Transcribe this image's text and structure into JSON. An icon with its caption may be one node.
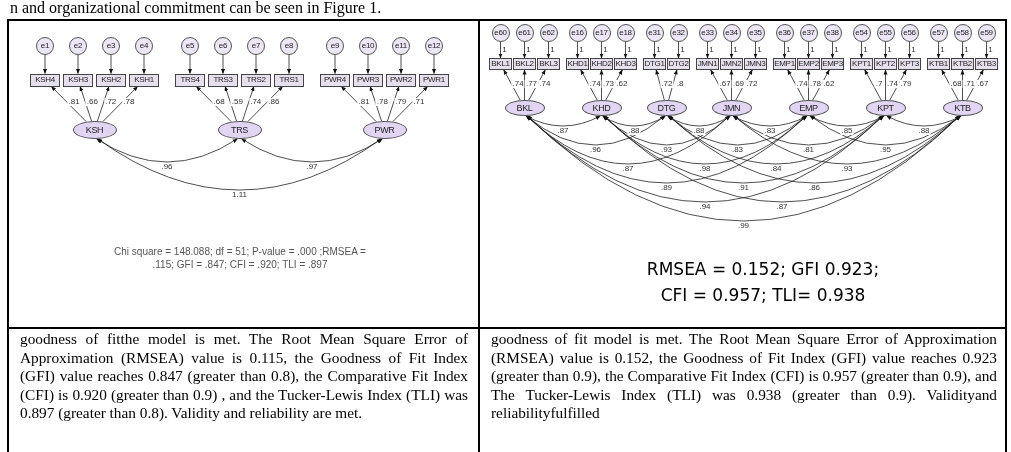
{
  "diagram": {
    "nodes": [
      {
        "text": [
          "e1"
        ]
      },
      {
        "text": [
          "e2"
        ]
      },
      {
        "text": [
          "e3"
        ]
      },
      {
        "text": [
          "e4"
        ]
      },
      {
        "text": [
          "e5"
        ]
      },
      {
        "text": [
          "e6"
        ]
      },
      {
        "text": [
          "e7"
        ]
      },
      {
        "text": [
          "e8"
        ]
      },
      {
        "text": [
          "e9"
        ]
      },
      {
        "text": [
          "e10"
        ]
      },
      {
        "text": [
          "e11"
        ]
      },
      {
        "text": [
          "e12"
        ]
      },
      {
        "text": [
          "KSH4"
        ]
      },
      {
        "text": [
          "KSH3"
        ]
      },
      {
        "text": [
          "KSH2"
        ]
      },
      {
        "text": [
          "KSH1"
        ]
      },
      {
        "text": [
          "TRS4"
        ]
      },
      {
        "text": [
          "TRS3"
        ]
      },
      {
        "text": [
          "TRS2"
        ]
      },
      {
        "text": [
          "TRS1"
        ]
      },
      {
        "text": [
          "PWR4"
        ]
      },
      {
        "text": [
          "PWR3"
        ]
      },
      {
        "text": [
          "PWR2"
        ]
      },
      {
        "text": [
          "PWR1"
        ]
      },
      {
        "text": [
          "KSH"
        ]
      },
      {
        "text": [
          "TRS"
        ]
      },
      {
        "text": [
          "PWR"
        ]
      },
      {
        "text": [
          "e60"
        ]
      },
      {
        "text": [
          "e61"
        ]
      },
      {
        "text": [
          "e62"
        ]
      },
      {
        "text": [
          "e16"
        ]
      },
      {
        "text": [
          "e17"
        ]
      },
      {
        "text": [
          "e18"
        ]
      },
      {
        "text": [
          "e31"
        ]
      },
      {
        "text": [
          "e32"
        ]
      },
      {
        "text": [
          "e33"
        ]
      },
      {
        "text": [
          "e34"
        ]
      },
      {
        "text": [
          "e35"
        ]
      },
      {
        "text": [
          "e36"
        ]
      },
      {
        "text": [
          "e37"
        ]
      },
      {
        "text": [
          "e38"
        ]
      },
      {
        "text": [
          "e54"
        ]
      },
      {
        "text": [
          "e55"
        ]
      },
      {
        "text": [
          "e56"
        ]
      },
      {
        "text": [
          "e57"
        ]
      },
      {
        "text": [
          "e58"
        ]
      },
      {
        "text": [
          "e59"
        ]
      },
      {
        "text": [
          "BKL1"
        ]
      },
      {
        "text": [
          "BKL2"
        ]
      },
      {
        "text": [
          "BKL3"
        ]
      },
      {
        "text": [
          "KHD1"
        ]
      },
      {
        "text": [
          "KHD2"
        ]
      },
      {
        "text": [
          "KHD3"
        ]
      },
      {
        "text": [
          "DTG1"
        ]
      },
      {
        "text": [
          "DTG2"
        ]
      },
      {
        "text": [
          "JMN1"
        ]
      },
      {
        "text": [
          "JMN2"
        ]
      },
      {
        "text": [
          "JMN3"
        ]
      },
      {
        "text": [
          "EMP1"
        ]
      },
      {
        "text": [
          "EMP2"
        ]
      },
      {
        "text": [
          "EMP3"
        ]
      },
      {
        "text": [
          "KPT1"
        ]
      },
      {
        "text": [
          "KPT2"
        ]
      },
      {
        "text": [
          "KPT3"
        ]
      },
      {
        "text": [
          "KTB1"
        ]
      },
      {
        "text": [
          "KTB2"
        ]
      },
      {
        "text": [
          "KTB3"
        ]
      },
      {
        "text": [
          "BKL"
        ]
      },
      {
        "text": [
          "KHD"
        ]
      },
      {
        "text": [
          "DTG"
        ]
      },
      {
        "text": [
          "JMN"
        ]
      },
      {
        "text": [
          "EMP"
        ]
      },
      {
        "text": [
          "KPT"
        ]
      },
      {
        "text": [
          "KTB"
        ]
      }
    ],
    "edges": [
      {
        "from": 0,
        "to": 12,
        "arrow": "to"
      },
      {
        "from": 1,
        "to": 13,
        "arrow": "to"
      },
      {
        "from": 2,
        "to": 14,
        "arrow": "to"
      },
      {
        "from": 3,
        "to": 15,
        "arrow": "to"
      },
      {
        "from": 4,
        "to": 16,
        "arrow": "to"
      },
      {
        "from": 5,
        "to": 17,
        "arrow": "to"
      },
      {
        "from": 6,
        "to": 18,
        "arrow": "to"
      },
      {
        "from": 7,
        "to": 19,
        "arrow": "to"
      },
      {
        "from": 8,
        "to": 20,
        "arrow": "to"
      },
      {
        "from": 9,
        "to": 21,
        "arrow": "to"
      },
      {
        "from": 10,
        "to": 22,
        "arrow": "to"
      },
      {
        "from": 11,
        "to": 23,
        "arrow": "to"
      },
      {
        "from": 24,
        "to": 12,
        "arrow": "to",
        "label": ".81"
      },
      {
        "from": 24,
        "to": 13,
        "arrow": "to",
        "label": ".66"
      },
      {
        "from": 24,
        "to": 14,
        "arrow": "to",
        "label": ".72"
      },
      {
        "from": 24,
        "to": 15,
        "arrow": "to",
        "label": ".78"
      },
      {
        "from": 25,
        "to": 16,
        "arrow": "to",
        "label": ".68"
      },
      {
        "from": 25,
        "to": 17,
        "arrow": "to",
        "label": ".59"
      },
      {
        "from": 25,
        "to": 18,
        "arrow": "to",
        "label": ".74"
      },
      {
        "from": 25,
        "to": 19,
        "arrow": "to",
        "label": ".86"
      },
      {
        "from": 26,
        "to": 20,
        "arrow": "to",
        "label": ".81"
      },
      {
        "from": 26,
        "to": 21,
        "arrow": "to",
        "label": ".78"
      },
      {
        "from": 26,
        "to": 22,
        "arrow": "to",
        "label": ".79"
      },
      {
        "from": 26,
        "to": 23,
        "arrow": "to",
        "label": ".71"
      },
      {
        "from": 24,
        "to": 25,
        "arrow": "both",
        "label": ".96"
      },
      {
        "from": 25,
        "to": 26,
        "arrow": "both",
        "label": ".97"
      },
      {
        "from": 24,
        "to": 26,
        "arrow": "both",
        "label": "1.11"
      },
      {
        "from": 27,
        "to": 47,
        "arrow": "to",
        "label": "1"
      },
      {
        "from": 28,
        "to": 48,
        "arrow": "to",
        "label": "1"
      },
      {
        "from": 29,
        "to": 49,
        "arrow": "to",
        "label": "1"
      },
      {
        "from": 30,
        "to": 50,
        "arrow": "to",
        "label": "1"
      },
      {
        "from": 31,
        "to": 51,
        "arrow": "to",
        "label": "1"
      },
      {
        "from": 32,
        "to": 52,
        "arrow": "to",
        "label": "1"
      },
      {
        "from": 33,
        "to": 53,
        "arrow": "to",
        "label": "1"
      },
      {
        "from": 34,
        "to": 54,
        "arrow": "to",
        "label": "1"
      },
      {
        "from": 35,
        "to": 55,
        "arrow": "to",
        "label": "1"
      },
      {
        "from": 36,
        "to": 56,
        "arrow": "to",
        "label": "1"
      },
      {
        "from": 37,
        "to": 57,
        "arrow": "to",
        "label": "1"
      },
      {
        "from": 38,
        "to": 58,
        "arrow": "to",
        "label": "1"
      },
      {
        "from": 39,
        "to": 59,
        "arrow": "to",
        "label": "1"
      },
      {
        "from": 40,
        "to": 60,
        "arrow": "to",
        "label": "1"
      },
      {
        "from": 41,
        "to": 61,
        "arrow": "to",
        "label": "1"
      },
      {
        "from": 42,
        "to": 62,
        "arrow": "to",
        "label": "1"
      },
      {
        "from": 43,
        "to": 63,
        "arrow": "to",
        "label": "1"
      },
      {
        "from": 44,
        "to": 64,
        "arrow": "to",
        "label": "1"
      },
      {
        "from": 45,
        "to": 65,
        "arrow": "to",
        "label": "1"
      },
      {
        "from": 46,
        "to": 66,
        "arrow": "to",
        "label": "1"
      },
      {
        "from": 67,
        "to": 47,
        "arrow": "to",
        "label": ".74"
      },
      {
        "from": 67,
        "to": 48,
        "arrow": "to",
        "label": ".77"
      },
      {
        "from": 67,
        "to": 49,
        "arrow": "to",
        "label": ".74"
      },
      {
        "from": 68,
        "to": 50,
        "arrow": "to",
        "label": ".74"
      },
      {
        "from": 68,
        "to": 51,
        "arrow": "to",
        "label": ".73"
      },
      {
        "from": 68,
        "to": 52,
        "arrow": "to",
        "label": ".62"
      },
      {
        "from": 69,
        "to": 53,
        "arrow": "to",
        "label": ".72"
      },
      {
        "from": 69,
        "to": 54,
        "arrow": "to",
        "label": ".8"
      },
      {
        "from": 70,
        "to": 55,
        "arrow": "to",
        "label": ".67"
      },
      {
        "from": 70,
        "to": 56,
        "arrow": "to",
        "label": ".69"
      },
      {
        "from": 70,
        "to": 57,
        "arrow": "to",
        "label": ".72"
      },
      {
        "from": 71,
        "to": 58,
        "arrow": "to",
        "label": ".74"
      },
      {
        "from": 71,
        "to": 59,
        "arrow": "to",
        "label": ".78"
      },
      {
        "from": 71,
        "to": 60,
        "arrow": "to",
        "label": ".62"
      },
      {
        "from": 72,
        "to": 61,
        "arrow": "to",
        "label": ".7"
      },
      {
        "from": 72,
        "to": 62,
        "arrow": "to",
        "label": ".74"
      },
      {
        "from": 72,
        "to": 63,
        "arrow": "to",
        "label": ".79"
      },
      {
        "from": 73,
        "to": 64,
        "arrow": "to",
        "label": ".68"
      },
      {
        "from": 73,
        "to": 65,
        "arrow": "to",
        "label": ".71"
      },
      {
        "from": 73,
        "to": 66,
        "arrow": "to",
        "label": ".67"
      },
      {
        "from": 67,
        "to": 68,
        "arrow": "both",
        "label": ".87"
      },
      {
        "from": 68,
        "to": 69,
        "arrow": "both",
        "label": ".88"
      },
      {
        "from": 69,
        "to": 70,
        "arrow": "both",
        "label": ".88"
      },
      {
        "from": 70,
        "to": 71,
        "arrow": "both",
        "label": ".83"
      },
      {
        "from": 71,
        "to": 72,
        "arrow": "both",
        "label": ".85"
      },
      {
        "from": 72,
        "to": 73,
        "arrow": "both",
        "label": ".88"
      },
      {
        "from": 67,
        "to": 69,
        "arrow": "both",
        "label": ".96"
      },
      {
        "from": 68,
        "to": 70,
        "arrow": "both",
        "label": ".93"
      },
      {
        "from": 69,
        "to": 71,
        "arrow": "both",
        "label": ".83"
      },
      {
        "from": 70,
        "to": 72,
        "arrow": "both",
        "label": ".81"
      },
      {
        "from": 71,
        "to": 73,
        "arrow": "both",
        "label": ".95"
      },
      {
        "from": 67,
        "to": 70,
        "arrow": "both",
        "label": ".87"
      },
      {
        "from": 68,
        "to": 71,
        "arrow": "both",
        "label": ".98"
      },
      {
        "from": 69,
        "to": 72,
        "arrow": "both",
        "label": ".84"
      },
      {
        "from": 70,
        "to": 73,
        "arrow": "both",
        "label": ".93"
      },
      {
        "from": 67,
        "to": 71,
        "arrow": "both",
        "label": ".89"
      },
      {
        "from": 68,
        "to": 72,
        "arrow": "both",
        "label": ".91"
      },
      {
        "from": 69,
        "to": 73,
        "arrow": "both",
        "label": ".86"
      },
      {
        "from": 67,
        "to": 72,
        "arrow": "both",
        "label": ".94"
      },
      {
        "from": 68,
        "to": 73,
        "arrow": "both",
        "label": ".87"
      },
      {
        "from": 67,
        "to": 73,
        "arrow": "both",
        "label": ".99"
      }
    ],
    "labels": [
      "n and organizational commitment can be seen in Figure 1.",
      "Chi square = 148.088; df = 51; P-value = .000 ;RMSEA = .115; GFI = .847; CFI = .920; TLI = .897",
      "RMSEA = 0.152; GFI 0.923; CFI = 0.957; TLI= 0.938",
      "goodness of fitthe model is met. The Root Mean Square Error of Approximation (RMSEA) value is 0.115, the Goodness of Fit Index (GFI) value reaches 0.847 (greater than 0.8), the Comparative Fit Index (CFI) is 0.920 (greater than 0.9) , and the Tucker-Lewis Index (TLI) was 0.897 (greater than 0.8). Validity and reliability are met.",
      "goodness of fit model is met. The Root Mean Square Error of Approximation (RMSEA) value is 0.152, the Goodness of Fit Index (GFI) value reaches 0.923 (greater than 0.9), the Comparative Fit Index (CFI) is 0.957 (greater than 0.9), and The Tucker-Lewis Index (TLI) was 0.938 (greater than 0.9). Validityand reliabilityfulfilled"
    ]
  }
}
